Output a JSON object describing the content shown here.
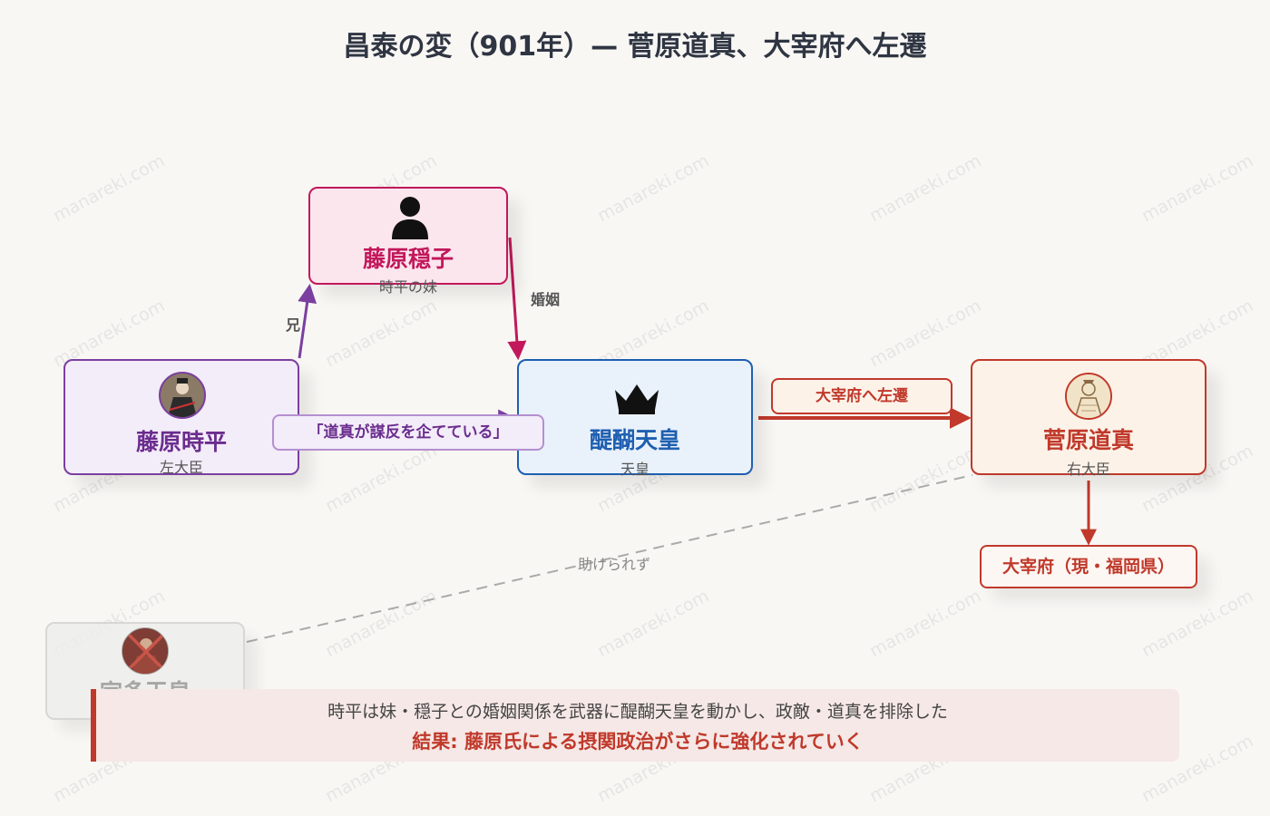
{
  "title": "昌泰の変（901年）— 菅原道真、大宰府へ左遷",
  "watermark": "manareki.com",
  "nodes": {
    "tokihira": {
      "name": "藤原時平",
      "role": "左大臣",
      "icon": "portrait-tokihira-icon",
      "color": "#7b3fa0"
    },
    "onshi": {
      "name": "藤原穏子",
      "role": "時平の妹",
      "icon": "person-silhouette-icon",
      "color": "#c2185b"
    },
    "daigo": {
      "name": "醍醐天皇",
      "role": "天皇",
      "icon": "crown-icon",
      "color": "#1f5fb0"
    },
    "michizane": {
      "name": "菅原道真",
      "role": "右大臣",
      "icon": "portrait-michizane-icon",
      "color": "#c0392b"
    },
    "uda": {
      "name": "宇多天皇",
      "icon": "portrait-uda-crossed-icon"
    }
  },
  "edges": {
    "sibling": "兄",
    "marriage": "婚姻",
    "accusation": "「道真が謀反を企てている」",
    "exile": "大宰府へ左遷",
    "no_help": "助けられず"
  },
  "destination": "大宰府（現・福岡県）",
  "note": {
    "line1": "時平は妹・穏子との婚姻関係を武器に醍醐天皇を動かし、政敵・道真を排除した",
    "line2": "結果: 藤原氏による摂関政治がさらに強化されていく"
  }
}
